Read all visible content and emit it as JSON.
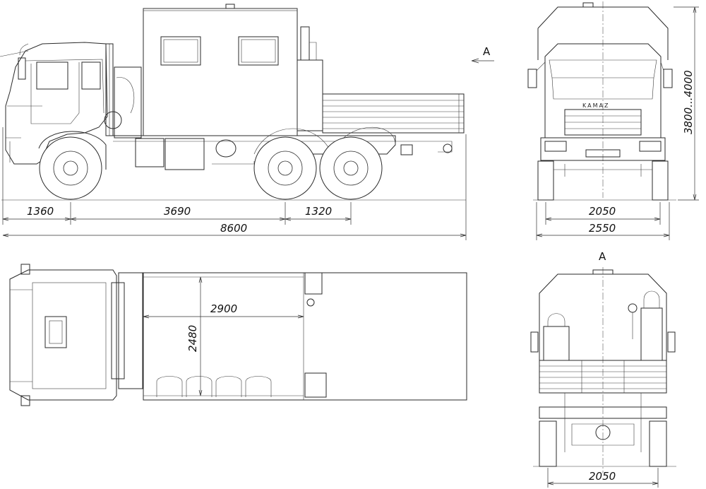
{
  "dimensions": {
    "side_front_overhang": "1360",
    "side_wheelbase": "3690",
    "side_bogie": "1320",
    "side_overall_length": "8600",
    "front_track": "2050",
    "front_overall_width": "2550",
    "front_height": "3800...4000",
    "plan_body_length": "2900",
    "plan_body_width": "2480",
    "rear_track": "2050"
  },
  "labels": {
    "view_arrow": "A",
    "rear_view_title": "A",
    "brand": "KAMAZ"
  }
}
